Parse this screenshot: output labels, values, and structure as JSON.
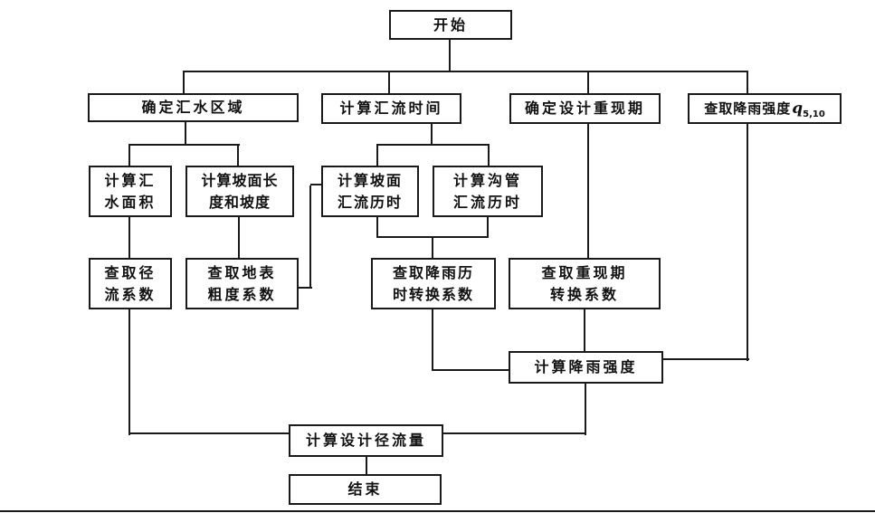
{
  "diagram": {
    "type": "flowchart",
    "language": "zh",
    "colors": {
      "line": "#1a1a1a",
      "box_border": "#1a1a1a",
      "box_background": "#ffffff",
      "text": "#111111",
      "page_background": "#ffffff"
    },
    "nodes": {
      "start": {
        "label": "开始"
      },
      "determine_catchment_region": {
        "label": "确定汇水区域"
      },
      "calc_confluence_time": {
        "label": "计算汇流时间"
      },
      "determine_design_return_period": {
        "label": "确定设计重现期"
      },
      "lookup_rain_intensity": {
        "prefix": "查取降雨强度",
        "var": "q",
        "sub": "5,10"
      },
      "calc_catchment_area": {
        "line1": "计算汇",
        "line2": "水面积"
      },
      "calc_slope_length_gradient": {
        "line1": "计算坡面长",
        "line2": "度和坡度"
      },
      "calc_slope_flow_duration": {
        "line1": "计算坡面",
        "line2": "汇流历时"
      },
      "calc_pipe_flow_duration": {
        "line1": "计算沟管",
        "line2": "汇流历时"
      },
      "lookup_runoff_coefficient": {
        "line1": "查取径",
        "line2": "流系数"
      },
      "lookup_surface_roughness": {
        "line1": "查取地表",
        "line2": "粗度系数"
      },
      "lookup_duration_conversion": {
        "line1": "查取降雨历",
        "line2": "时转换系数"
      },
      "lookup_period_conversion": {
        "line1": "查取重现期",
        "line2": "转换系数"
      },
      "calc_rain_intensity": {
        "label": "计算降雨强度"
      },
      "calc_design_runoff": {
        "label": "计算设计径流量"
      },
      "end": {
        "label": "结束"
      }
    }
  }
}
